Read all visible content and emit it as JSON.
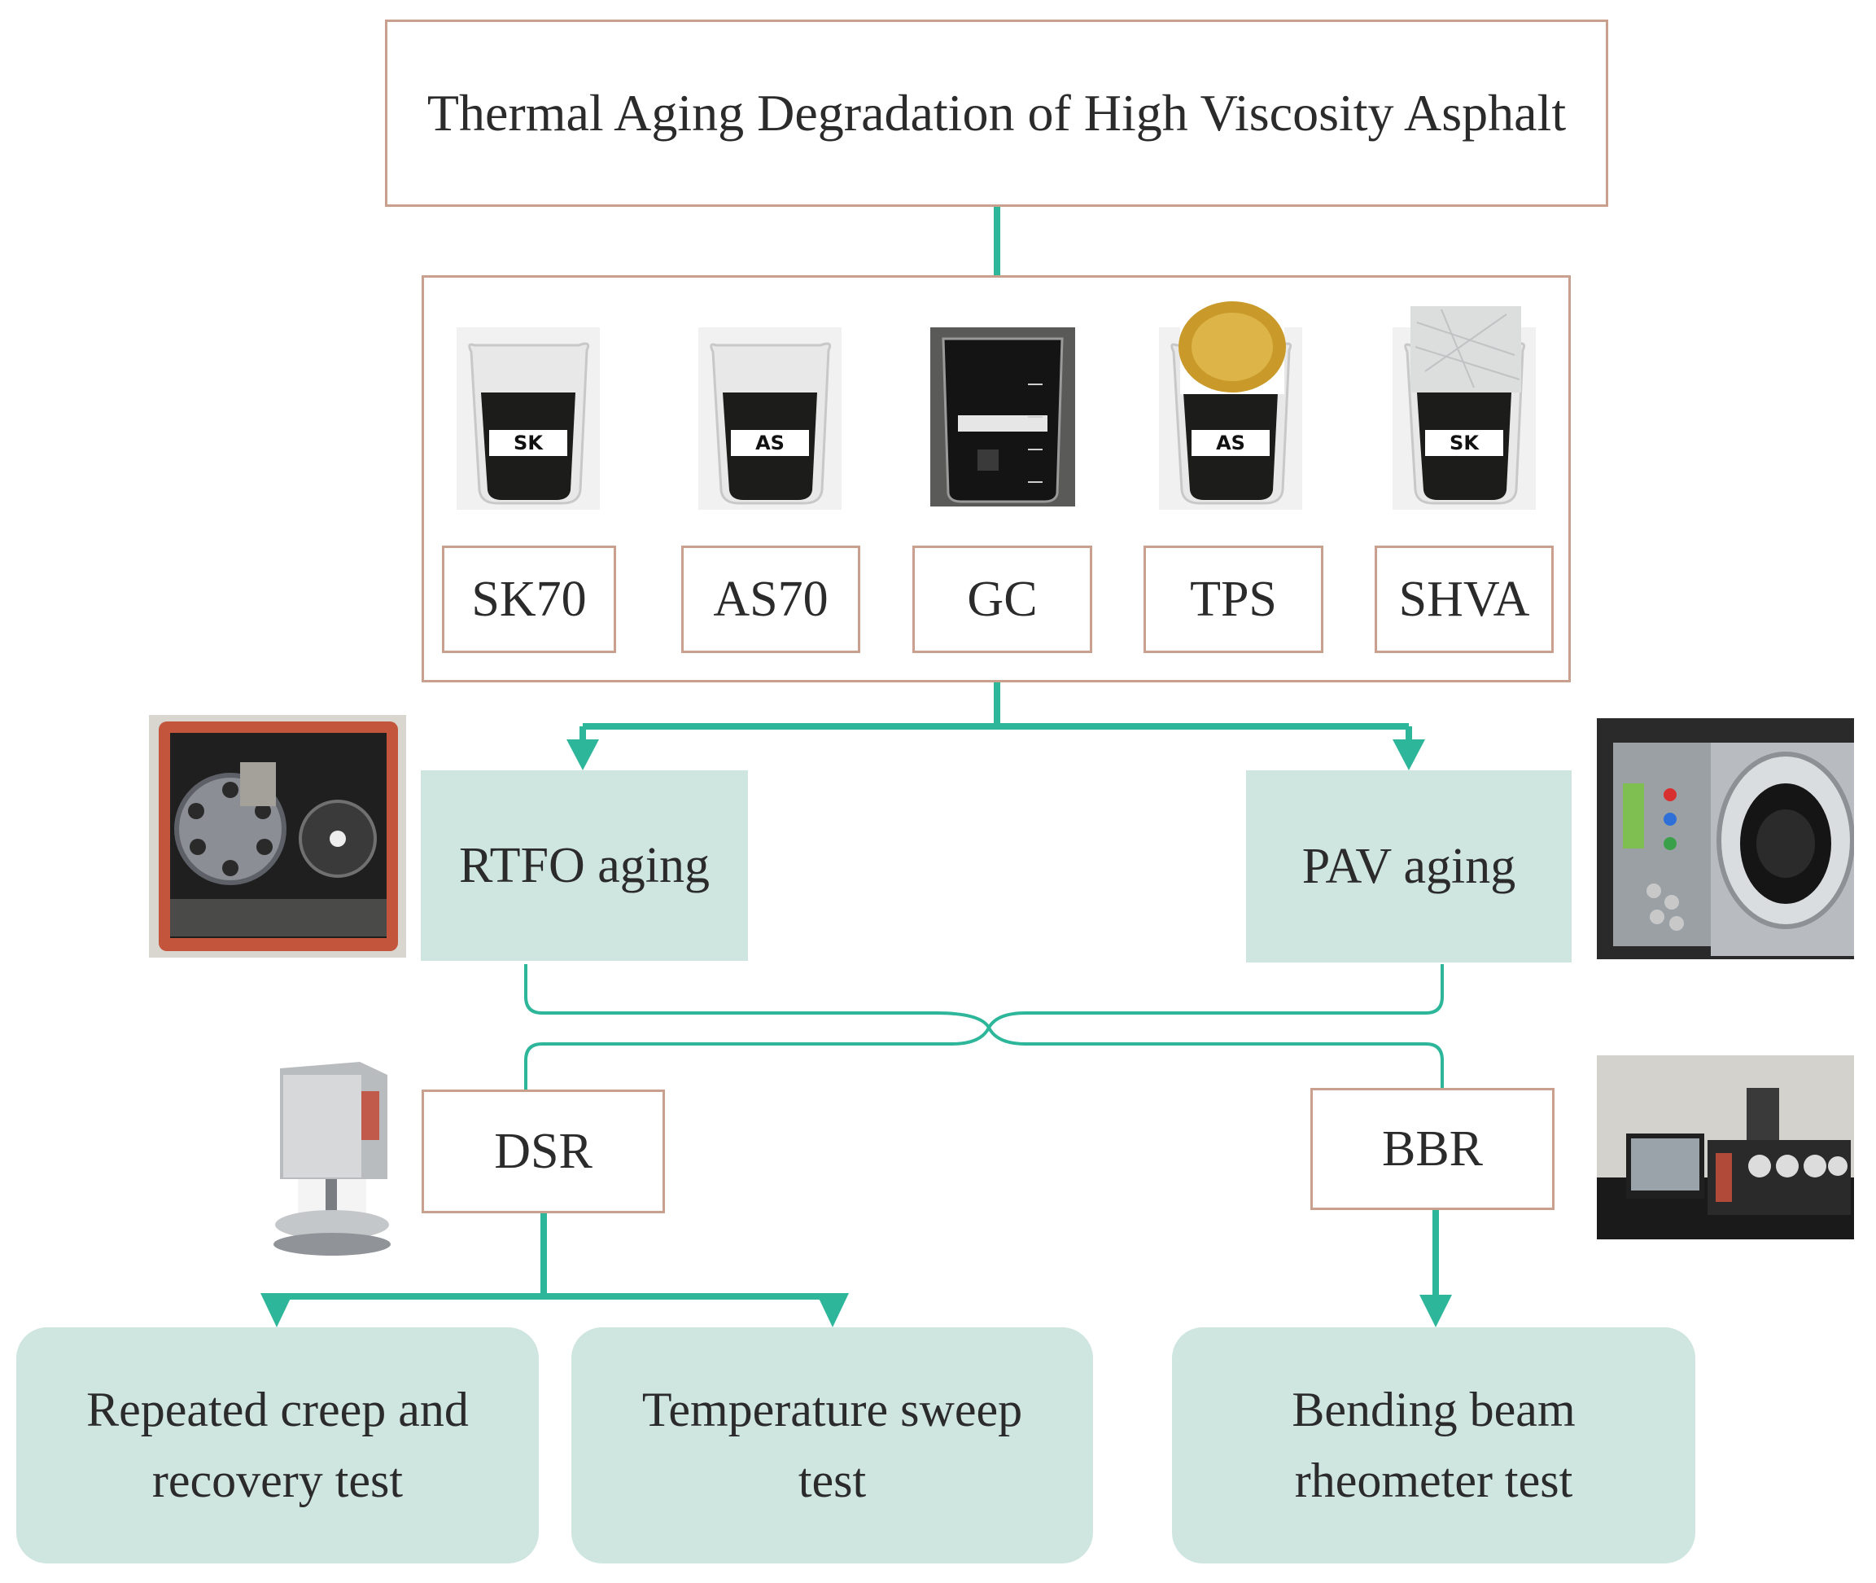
{
  "title": "Thermal Aging Degradation of High Viscosity Asphalt",
  "materials": [
    {
      "name": "SK70",
      "jar_label": "SK",
      "photo": "beaker-sk-icon"
    },
    {
      "name": "AS70",
      "jar_label": "AS",
      "photo": "beaker-as-icon"
    },
    {
      "name": "GC",
      "jar_label": "",
      "photo": "graduated-beaker-icon"
    },
    {
      "name": "TPS",
      "jar_label": "AS",
      "photo": "beaker-as-with-pellets-icon"
    },
    {
      "name": "SHVA",
      "jar_label": "SK",
      "photo": "beaker-sk-with-fiber-icon"
    }
  ],
  "aging": {
    "rtfo": {
      "label": "RTFO aging",
      "photo": "rtfo-oven-icon"
    },
    "pav": {
      "label": "PAV aging",
      "photo": "pav-vessel-icon"
    }
  },
  "tests": {
    "dsr": {
      "label": "DSR",
      "photo": "dsr-rheometer-icon"
    },
    "bbr": {
      "label": "BBR",
      "photo": "bbr-rheometer-icon"
    }
  },
  "outcomes": {
    "mscr": "Repeated creep and recovery test",
    "temp_sweep": "Temperature sweep test",
    "bbr_test": "Bending beam rheometer test"
  },
  "colors": {
    "connector": "#2eb69a",
    "box_border": "#c9a08e",
    "box_fill": "#cfe5df"
  }
}
